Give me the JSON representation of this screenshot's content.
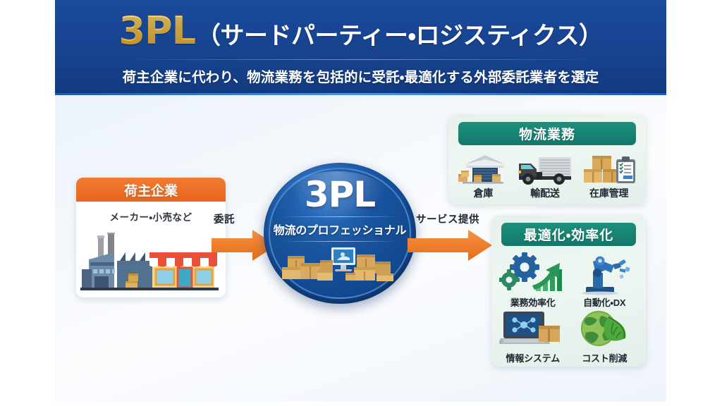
{
  "header": {
    "title_main": "3PL",
    "title_sub": "（サードパーティー・ロジスティクス）",
    "description": "荷主企業に代わり、物流業務を包括的に受託・最適化する外部委託業者を選定",
    "bg_color": "#17438f",
    "title_color": "#f6c64e"
  },
  "shipper": {
    "header_label": "荷主企業",
    "subtitle": "メーカー・小売など",
    "accent_color": "#e8661d",
    "art_name": "factory-and-store-illustration"
  },
  "arrows": {
    "left_label": "委託",
    "right_label": "サービス提供",
    "color": "#ef8033"
  },
  "core": {
    "title": "3PL",
    "caption": "物流のプロフェッショナル",
    "art_name": "cardboard-boxes-and-monitor-illustration",
    "color": "#1a559f"
  },
  "panels": [
    {
      "id": "logistics-operations",
      "header_label": "物流業務",
      "accent_color": "#14786a",
      "tiles": [
        {
          "label": "倉庫",
          "icon": "warehouse-icon"
        },
        {
          "label": "輸配送",
          "icon": "truck-icon"
        },
        {
          "label": "在庫管理",
          "icon": "inventory-clipboard-icon"
        }
      ]
    },
    {
      "id": "optimization-efficiency",
      "header_label": "最適化・効率化",
      "accent_color": "#14786a",
      "tiles": [
        {
          "label": "業務効率化",
          "icon": "gears-growth-chart-icon"
        },
        {
          "label": "自動化・DX",
          "icon": "robot-arm-icon"
        },
        {
          "label": "情報システム",
          "icon": "laptop-package-icon"
        },
        {
          "label": "コスト削減",
          "icon": "globe-leaf-icon"
        }
      ]
    }
  ]
}
